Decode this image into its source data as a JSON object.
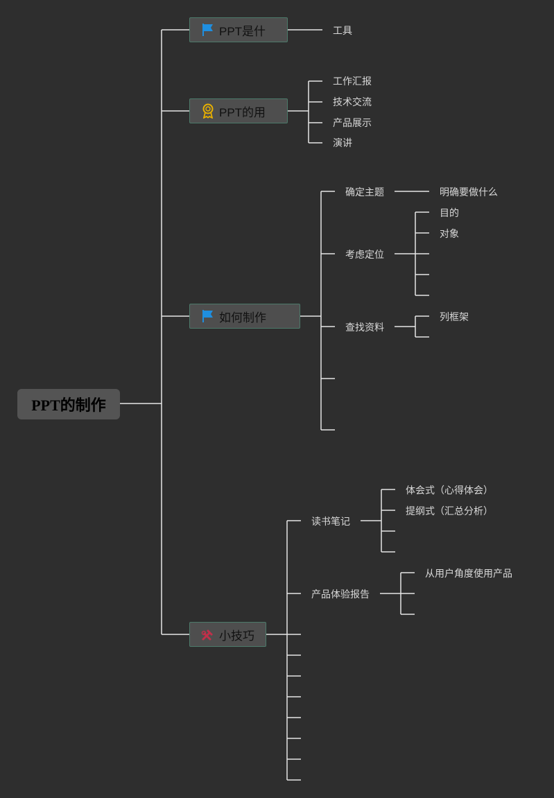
{
  "root": {
    "label": "PPT的制作"
  },
  "topics": [
    {
      "label": "PPT是什",
      "icon": "flag-icon",
      "color": "#1f8fe0"
    },
    {
      "label": "PPT的用",
      "icon": "award-ribbon-icon",
      "color": "#e8b000"
    },
    {
      "label": "如何制作",
      "icon": "flag-icon",
      "color": "#1f8fe0"
    },
    {
      "label": "小技巧",
      "icon": "tools-icon",
      "color": "#c0304a"
    }
  ],
  "what_is": {
    "children": [
      "工具"
    ]
  },
  "uses": {
    "children": [
      "工作汇报",
      "技术交流",
      "产品展示",
      "演讲"
    ]
  },
  "how_to": {
    "children": [
      {
        "label": "确定主题",
        "children": [
          "明确要做什么"
        ]
      },
      {
        "label": "考虑定位",
        "children": [
          "目的",
          "对象",
          "",
          ""
        ]
      },
      {
        "label": "查找资料",
        "children": [
          "列框架",
          ""
        ]
      },
      {
        "label": ""
      },
      {
        "label": ""
      }
    ]
  },
  "tips": {
    "children": [
      {
        "label": "读书笔记",
        "children": [
          "体会式（心得体会）",
          "提纲式（汇总分析）",
          "",
          ""
        ]
      },
      {
        "label": "产品体验报告",
        "children": [
          "从用户角度使用产品",
          "",
          ""
        ]
      }
    ]
  },
  "colors": {
    "background": "#2e2e2e",
    "line": "#e6e6e6",
    "topic_border": "#4c7a6a"
  }
}
